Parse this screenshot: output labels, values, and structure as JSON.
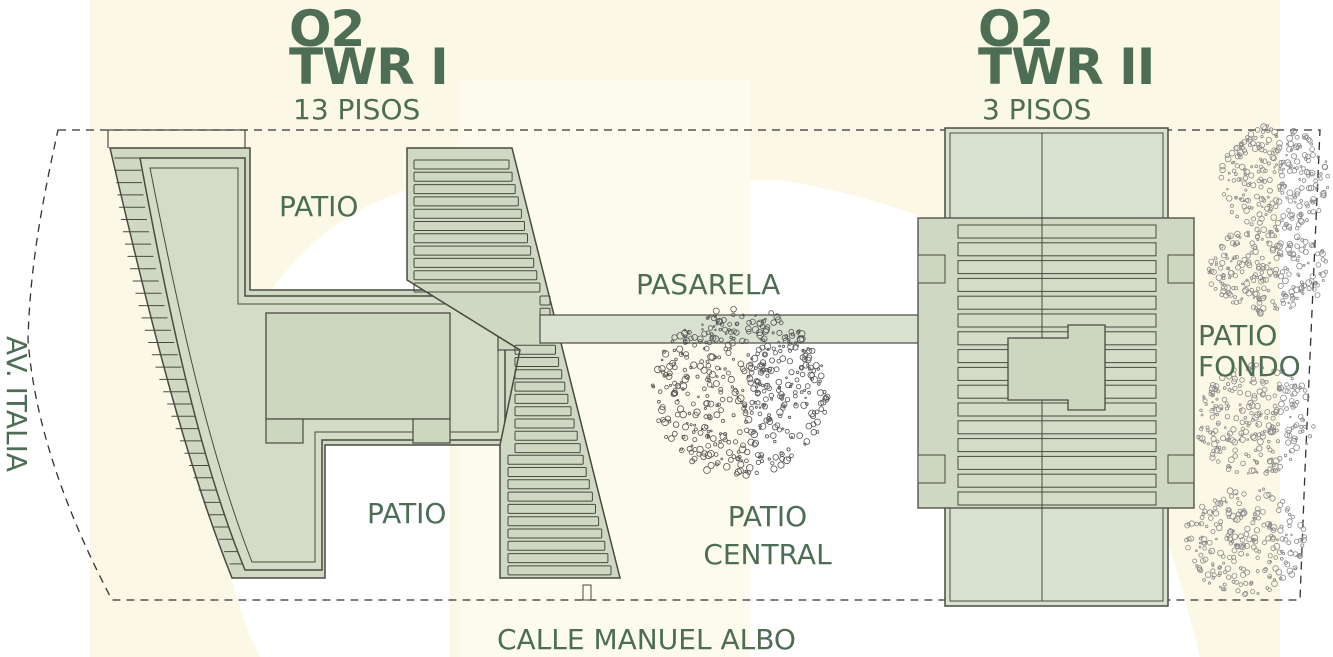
{
  "colors": {
    "text": "#4d6e55",
    "building_fill": "#cfd8c2",
    "building_stroke": "#4a4a42",
    "deck_fill": "#d9e2d0",
    "watermark": "#fbf8e6",
    "trees": "#8a8a8a"
  },
  "tower1": {
    "brand": "O2",
    "name": "TWR I",
    "floors": "13 PISOS"
  },
  "tower2": {
    "brand": "O2",
    "name": "TWR II",
    "floors": "3 PISOS"
  },
  "areas": {
    "patio_top": "PATIO",
    "patio_bottom": "PATIO",
    "pasarela": "PASARELA",
    "patio_central": [
      "PATIO",
      "CENTRAL"
    ],
    "patio_fondo": [
      "PATIO",
      "FONDO"
    ]
  },
  "streets": {
    "side": "AV. ITALIA",
    "bottom": "CALLE MANUEL ALBO"
  }
}
